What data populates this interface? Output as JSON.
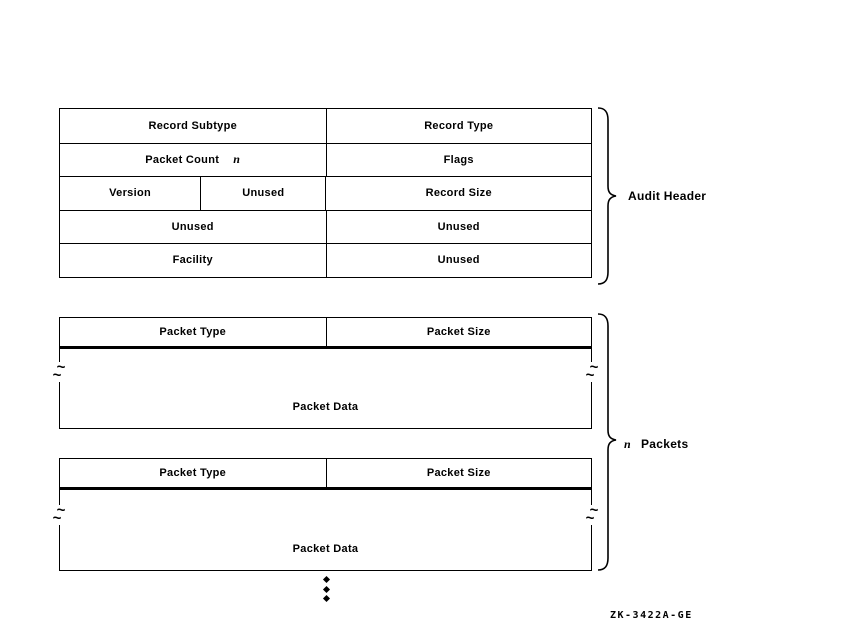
{
  "audit_header": {
    "brace_label": "Audit Header",
    "rows": [
      {
        "left": "Record Subtype",
        "right": "Record Type"
      },
      {
        "left": "Packet Count",
        "left_var": "n",
        "right": "Flags"
      },
      {
        "left_a": "Version",
        "left_b": "Unused",
        "right": "Record Size"
      },
      {
        "left": "Unused",
        "right": "Unused"
      },
      {
        "left": "Facility",
        "right": "Unused"
      }
    ]
  },
  "packets": {
    "count_var": "n",
    "brace_label": "Packets",
    "blocks": [
      {
        "type": "Packet Type",
        "size": "Packet Size",
        "data": "Packet Data"
      },
      {
        "type": "Packet Type",
        "size": "Packet Size",
        "data": "Packet Data"
      }
    ]
  },
  "figure_code": "ZK-3422A-GE",
  "colors": {
    "line": "#000000",
    "background": "#ffffff"
  }
}
